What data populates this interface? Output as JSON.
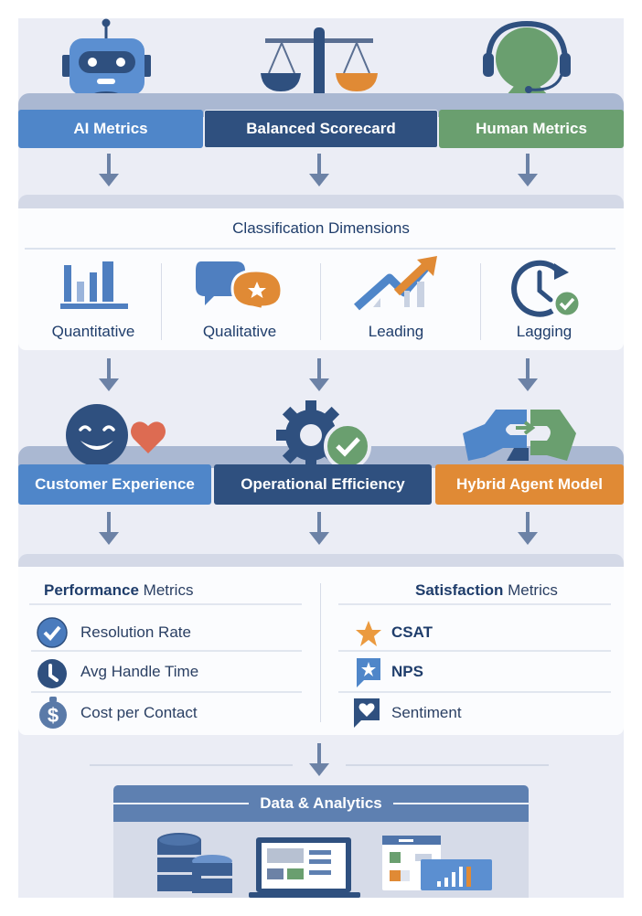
{
  "top_tier": {
    "items": [
      {
        "label": "AI Metrics",
        "icon": "robot-icon",
        "color": "#4f86c9"
      },
      {
        "label": "Balanced Scorecard",
        "icon": "scale-icon",
        "color": "#2f507f"
      },
      {
        "label": "Human Metrics",
        "icon": "headset-agent-icon",
        "color": "#6a9f6f"
      }
    ]
  },
  "classification": {
    "title": "Classification Dimensions",
    "items": [
      {
        "label": "Quantitative",
        "icon": "bar-chart-icon"
      },
      {
        "label": "Qualitative",
        "icon": "chat-star-icon"
      },
      {
        "label": "Leading",
        "icon": "trend-up-icon"
      },
      {
        "label": "Lagging",
        "icon": "clock-check-icon"
      }
    ]
  },
  "focus_areas": {
    "items": [
      {
        "label": "Customer Experience",
        "icon": "smile-heart-icon",
        "color": "#4f86c9"
      },
      {
        "label": "Operational Efficiency",
        "icon": "gear-check-icon",
        "color": "#2f507f"
      },
      {
        "label": "Hybrid Agent Model",
        "icon": "handshake-icon",
        "color": "#e08a35"
      }
    ]
  },
  "metrics": {
    "performance": {
      "title_bold": "Performance",
      "title_rest": " Metrics",
      "items": [
        {
          "label": "Resolution Rate",
          "icon": "check-circle-icon"
        },
        {
          "label": "Avg Handle Time",
          "icon": "clock-icon"
        },
        {
          "label": "Cost per Contact",
          "icon": "dollar-bag-icon"
        }
      ]
    },
    "satisfaction": {
      "title_bold": "Satisfaction",
      "title_rest": " Metrics",
      "items": [
        {
          "label": "CSAT",
          "icon": "star-icon",
          "bold": true
        },
        {
          "label": "NPS",
          "icon": "star-bubble-icon",
          "bold": true
        },
        {
          "label": "Sentiment",
          "icon": "heart-bubble-icon",
          "bold": false
        }
      ]
    }
  },
  "analytics": {
    "title": "Data & Analytics",
    "icons": [
      "database-icon",
      "laptop-dashboard-icon",
      "report-chart-icon"
    ]
  },
  "colors": {
    "navy": "#2f507f",
    "blue": "#4f86c9",
    "green": "#6a9f6f",
    "orange": "#e08a35",
    "arrow": "#6c82a6"
  }
}
